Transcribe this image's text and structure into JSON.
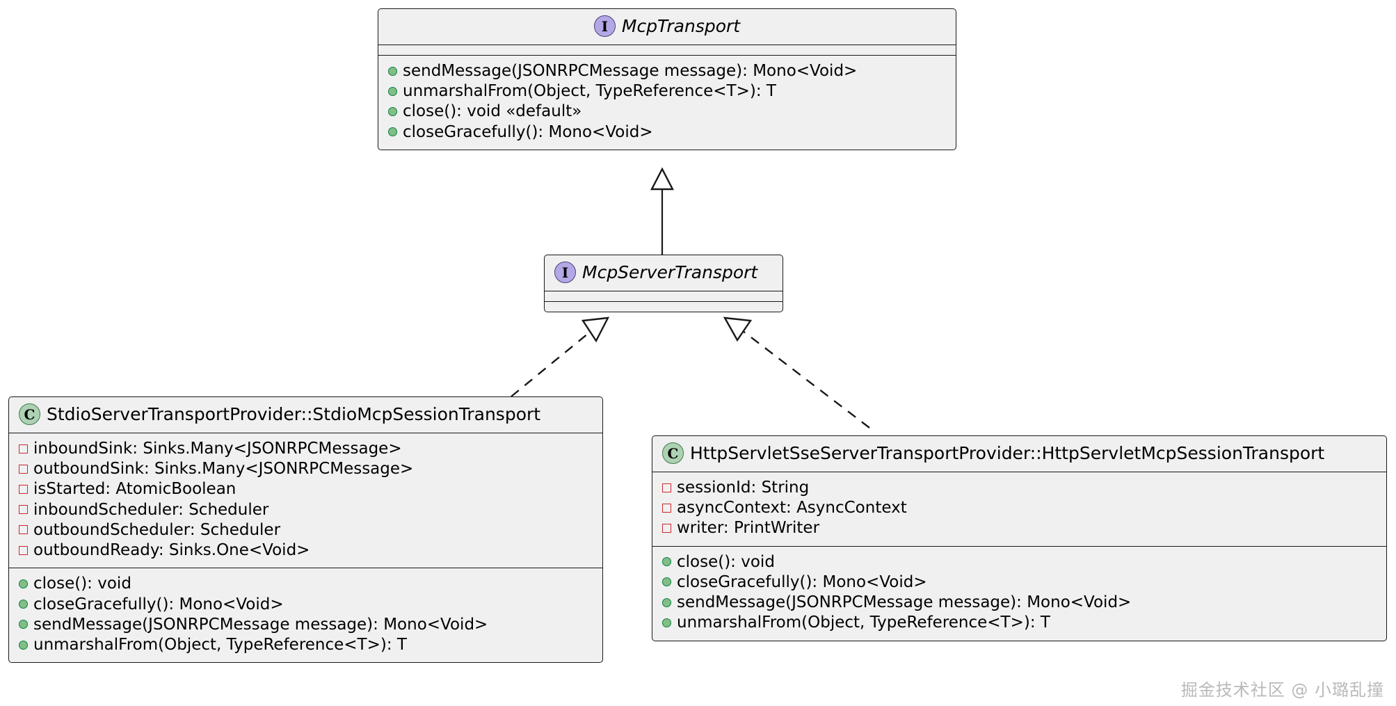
{
  "diagram": {
    "type": "uml-class-diagram",
    "background": "#ffffff",
    "colors": {
      "box_fill": "#F0F0F0",
      "box_border": "#181818",
      "interface_badge": "#B4A7E5",
      "class_badge": "#ADD1B2",
      "public_marker": "#84BE84",
      "private_marker": "#C82930",
      "watermark": "#B9B9B9"
    }
  },
  "nodes": {
    "mcp_transport": {
      "stereotype_letter": "I",
      "kind": "interface",
      "name": "McpTransport",
      "attributes": [],
      "methods": [
        {
          "visibility": "public",
          "text": "sendMessage(JSONRPCMessage message): Mono<Void>"
        },
        {
          "visibility": "public",
          "text": "unmarshalFrom(Object, TypeReference<T>): T"
        },
        {
          "visibility": "public",
          "text": "close(): void «default»"
        },
        {
          "visibility": "public",
          "text": "closeGracefully(): Mono<Void>"
        }
      ]
    },
    "mcp_server_transport": {
      "stereotype_letter": "I",
      "kind": "interface",
      "name": "McpServerTransport",
      "attributes": [],
      "methods": []
    },
    "stdio_session_transport": {
      "stereotype_letter": "C",
      "kind": "class",
      "name": "StdioServerTransportProvider::StdioMcpSessionTransport",
      "attributes": [
        {
          "visibility": "private",
          "text": "inboundSink: Sinks.Many<JSONRPCMessage>"
        },
        {
          "visibility": "private",
          "text": "outboundSink: Sinks.Many<JSONRPCMessage>"
        },
        {
          "visibility": "private",
          "text": "isStarted: AtomicBoolean"
        },
        {
          "visibility": "private",
          "text": "inboundScheduler: Scheduler"
        },
        {
          "visibility": "private",
          "text": "outboundScheduler: Scheduler"
        },
        {
          "visibility": "private",
          "text": "outboundReady: Sinks.One<Void>"
        }
      ],
      "methods": [
        {
          "visibility": "public",
          "text": "close(): void"
        },
        {
          "visibility": "public",
          "text": "closeGracefully(): Mono<Void>"
        },
        {
          "visibility": "public",
          "text": "sendMessage(JSONRPCMessage message): Mono<Void>"
        },
        {
          "visibility": "public",
          "text": "unmarshalFrom(Object, TypeReference<T>): T"
        }
      ]
    },
    "http_servlet_session_transport": {
      "stereotype_letter": "C",
      "kind": "class",
      "name": "HttpServletSseServerTransportProvider::HttpServletMcpSessionTransport",
      "attributes": [
        {
          "visibility": "private",
          "text": "sessionId: String"
        },
        {
          "visibility": "private",
          "text": "asyncContext: AsyncContext"
        },
        {
          "visibility": "private",
          "text": "writer: PrintWriter"
        }
      ],
      "methods": [
        {
          "visibility": "public",
          "text": "close(): void"
        },
        {
          "visibility": "public",
          "text": "closeGracefully(): Mono<Void>"
        },
        {
          "visibility": "public",
          "text": "sendMessage(JSONRPCMessage message): Mono<Void>"
        },
        {
          "visibility": "public",
          "text": "unmarshalFrom(Object, TypeReference<T>): T"
        }
      ]
    }
  },
  "relations": [
    {
      "from": "mcp_server_transport",
      "to": "mcp_transport",
      "style": "solid",
      "arrow": "hollow-triangle",
      "meaning": "extends"
    },
    {
      "from": "stdio_session_transport",
      "to": "mcp_server_transport",
      "style": "dashed",
      "arrow": "hollow-triangle",
      "meaning": "implements"
    },
    {
      "from": "http_servlet_session_transport",
      "to": "mcp_server_transport",
      "style": "dashed",
      "arrow": "hollow-triangle",
      "meaning": "implements"
    }
  ],
  "watermark": {
    "text": "掘金技术社区 @ 小璐乱撞"
  }
}
